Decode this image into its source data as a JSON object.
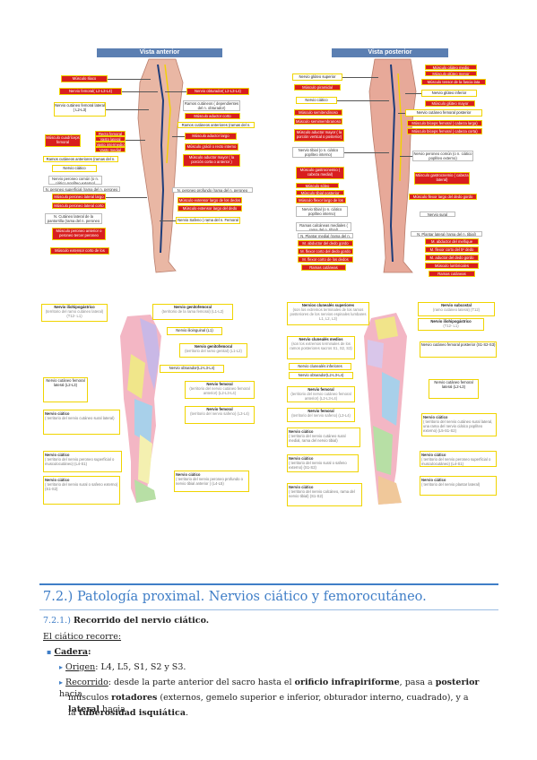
{
  "figures": {
    "anterior": {
      "title": "Vista anterior",
      "labels": [
        "Músculo Iliaco",
        "Nervio femoral( L2-L3-L4)",
        "Nervio obturador( L2-L3-L4)",
        "Nervio cutáneo femoral lateral ( L2-L3)",
        "Ramos cutáneos ( dependientes del n. obturador)",
        "Músculo aductor corto",
        "Ramos cutáneos anteriores (ramas del n. femoral)",
        "Músculo cuadríceps femoral",
        "Recto femoral",
        "Vasto lateral",
        "Vasto intermedio",
        "Vasto medial",
        "Músculo aductor largo",
        "Músculo grácil o recto interno",
        "Músculo aductor mayor ( la porción corta o anterior )",
        "Ramos cutáneos anteriores (ramas del n. femoral)",
        "Nervio ciático",
        "Nervio peroneo común (o n. ciático poplíteo externo)",
        "N. peroneo superficial (rama del n. peroneo común)",
        "N. peroneo profundo (rama del n. peroneo común)",
        "Músculo peroneo lateral largo",
        "Músculo peroneo lateral corto",
        "Músculo extensor largo de los dedos",
        "Músculo extensor largo del dedo gordo",
        "N. Cutáneo lateral de la pantorrilla (rama del n. peroneo superficial)",
        "Nervio Safeno ( rama del n. Femoral )",
        "Músculo peroneo anterior o peroneo tercer peroneo",
        "Músculo extensor corto de los dedos"
      ]
    },
    "posterior": {
      "title": "Vista posterior",
      "labels": [
        "Músculo glúteo medio",
        "Músculo glúteo menor",
        "Músculo tensor de la fascia lata",
        "Nervio glúteo superior",
        "Músculo piramidal",
        "Nervio glúteo inferior",
        "Músculo glúteo mayor",
        "Nervio ciático",
        "Nervio cutáneo femoral posterior",
        "Músculo semitendinoso",
        "Músculo bíceps femoral ( cabeza larga)",
        "Músculo semimembranoso",
        "Músculo bíceps femoral ( cabeza corta)",
        "Músculo aductor mayor ( la porción vertical o posterior)",
        "Nervio tibial (o n. ciático poplíteo interno)",
        "Nervio peroneo común (o n. ciático poplíteo externo)",
        "Músculo gastrocnemio ( cabeza medial)",
        "Músculo gastrocnemio ( cabeza lateral)",
        "Músculo sóleo",
        "Músculo tibial posterior",
        "Músculo flexor largo del dedo gordo",
        "Músculo flexor largo de los dedos",
        "Nervio tibial (o n. ciático poplíteo interno)",
        "Nervio sural",
        "Ramas calcáneas mediales ( rama del n. tibial)",
        "N. Plantar medial (rama del n. tibial)",
        "N. Plantar lateral (rama del n. tibial)",
        "M. abductor del dedo gordo",
        "M. flexor corto del dedo gordo",
        "M. flexor corto de los dedos",
        "Ramas cutáneas",
        "M. abductor del meñique",
        "M. flexor corto del 5º dedo",
        "M. aductor del dedo gordo",
        "Músculo lumbricales",
        "Ramas cutáneas"
      ]
    },
    "derm_lateral": {
      "labels": [
        "Nervio iliohipogástrico",
        "(territorio del ramo cutáneo lateral) (T12- L1)",
        "Nervio genitofemoral",
        "(territorio de la rama femoral) (L1-L2)",
        "Nervio ilioinguinal (L1)",
        "Nervio genitofemoral",
        "(territorio del ramo genital) (L1-L2)",
        "Nervio obturador(L2-L3-L4)",
        "Nervio cutáneo femoral lateral (L2-L3)",
        "Nervio femoral",
        "(territorio del nervio cutáneo femoral anterior) (L2-L3-L4)",
        "Nervio femoral",
        "(territorio del nervio safeno) (L3-L4)",
        "Nervio ciático",
        "( territorio del nervio cutáneo sural lateral)",
        "Nervio ciático",
        "( territorio del nervio peroneo superficial o musculocutáneo) (L4-S1)",
        "Nervio ciático",
        "( territorio del nervio sural o safeno externo) (S1-S2)",
        "Nervio ciático",
        "( territorio del nervio peroneo profundo o nervio tibial anterior ) (L4-L5)"
      ]
    },
    "derm_posterior": {
      "labels": [
        "Nervios clunealés superiores",
        "(son los extremos terminales de los ramos posteriores de los nervios espinales lumbares L1, L2, L3)",
        "Nervio subcostal",
        "(ramo cutáneo lateral) (T12)",
        "Nervio iliohipogástrico",
        "(T12- L1)",
        "Nervio clunealés medios",
        "(son los extremos terminales de los ramos posteriores sacros S1, S2, S3)",
        "Nervio cutáneo femoral posterior (S1-S2-S3)",
        "Nervio clunealés inferiores",
        "Nervio obturador(L2-L3-L4)",
        "Nervio cutáneo femoral lateral (L2-L3)",
        "Nervio femoral",
        "(territorio del nervio cutáneo femoral anterior) (L2-L3-L4)",
        "Nervio femoral",
        "(territorio del nervio safeno) (L3-L4)",
        "Nervio ciático",
        "( territorio del nervio cutáneo sural lateral, una rama del nervio ciático poplíteo externo) (L5-S1-S2)",
        "Nervio ciático",
        "( territorio del nervio cutáneo sural medial, rama del nervio tibial)",
        "Nervio ciático",
        "( territorio del nervio peroneo superficial o musculocutáneo) (L4-S1)",
        "Nervio ciático",
        "( territorio del nervio sural o safeno externo) (S1-S2)",
        "Nervio ciático",
        "( territorio del nervio plantar lateral)",
        "Nervio ciático",
        "( territorio del nervio calcáneo, rama del nervio tibial) (S1-S2)"
      ]
    }
  },
  "section": {
    "number": "7.2.)",
    "title": "Patología proximal. Nervios ciático y femorocutáneo."
  },
  "subsection": {
    "number": "7.2.1.)",
    "title": "Recorrido del nervio ciático."
  },
  "intro": "El ciático recorre:",
  "list": {
    "item_label": "Cadera",
    "origen_label": "Origen",
    "origen_text": ": L4, L5, S1, S2 y S3.",
    "recorrido_label": "Recorrido",
    "recorrido_line1_a": ": desde la parte anterior del sacro hasta el ",
    "recorrido_line1_b": "orificio infrapiriforme",
    "recorrido_line1_c": ", pasa a ",
    "recorrido_line1_d": "posterior",
    "recorrido_line1_e": " hacia",
    "recorrido_line2_a": "músculos ",
    "recorrido_line2_b": "rotadores",
    "recorrido_line2_c": " (externos, gemelo superior e inferior, obturador interno, cuadrado), y a ",
    "recorrido_line2_d": "lateral",
    "recorrido_line2_e": " hacia",
    "recorrido_line3_a": "la ",
    "recorrido_line3_b": "tuberosidad isquiática",
    "recorrido_line3_c": "."
  },
  "colors": {
    "accent": "#3f7ec7",
    "label_red": "#d81e1e",
    "label_border": "#f0d400"
  }
}
